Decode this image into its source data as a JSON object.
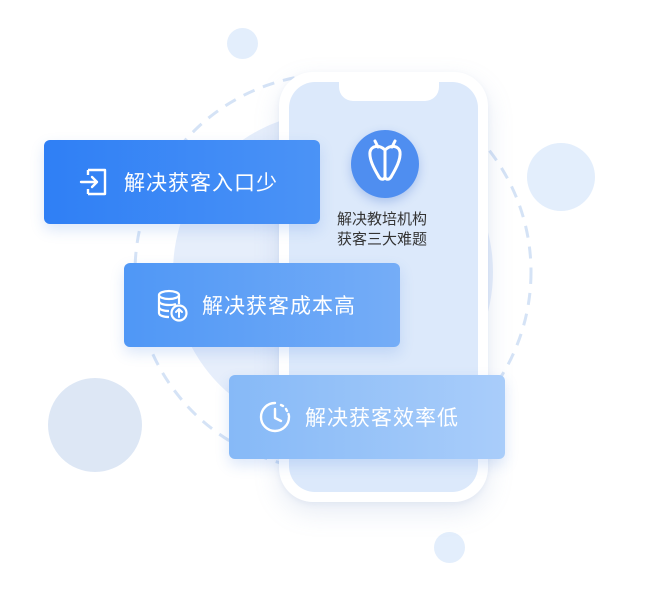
{
  "slogan": {
    "line1": "解决教培机构",
    "line2": "获客三大难题"
  },
  "features": [
    {
      "label": "解决获客入口少",
      "icon": "login-icon"
    },
    {
      "label": "解决获客成本高",
      "icon": "database-upload-icon"
    },
    {
      "label": "解决获客效率低",
      "icon": "clock-icon"
    }
  ],
  "logo": {
    "icon": "ginkgo-leaf-icon",
    "color": "#4f8ef0"
  },
  "colors": {
    "primary": "#2f7ff5",
    "secondary": "#5a9df6",
    "tertiary": "#9cc5f9",
    "phone_screen": "#dce9fb"
  }
}
